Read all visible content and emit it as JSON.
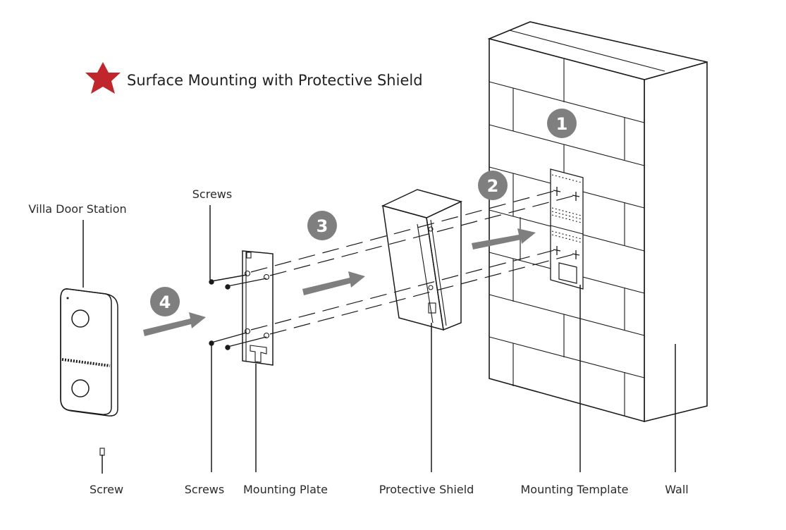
{
  "title": "Surface Mounting with Protective Shield",
  "steps": [
    "1",
    "2",
    "3",
    "4"
  ],
  "labels": {
    "villa_door_station": "Villa Door Station",
    "screws_top": "Screws",
    "screw": "Screw",
    "screws_bottom": "Screws",
    "mounting_plate": "Mounting Plate",
    "protective_shield": "Protective Shield",
    "mounting_template": "Mounting Template",
    "wall": "Wall"
  },
  "colors": {
    "star": "#c0272d",
    "step_badge": "#7f7f7f",
    "arrow": "#7f7f7f",
    "line": "#1a1a1a"
  },
  "icons": {
    "title_marker": "star-icon"
  }
}
